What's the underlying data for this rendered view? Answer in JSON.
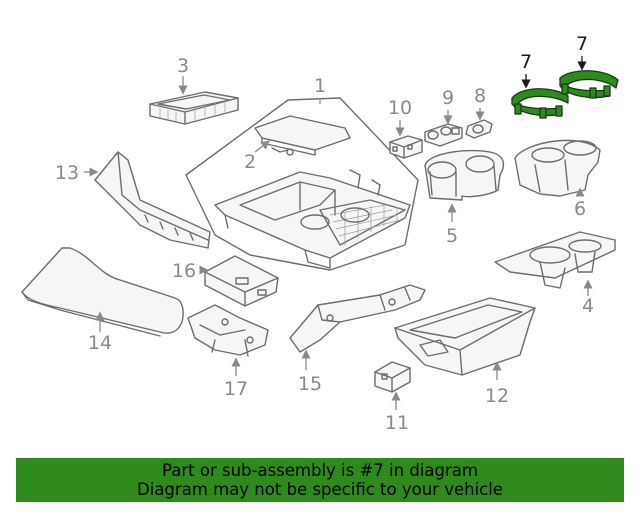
{
  "labels": {
    "l1": "1",
    "l2": "2",
    "l3": "3",
    "l4": "4",
    "l5": "5",
    "l6": "6",
    "l7a": "7",
    "l7b": "7",
    "l8": "8",
    "l9": "9",
    "l10": "10",
    "l11": "11",
    "l12": "12",
    "l13": "13",
    "l14": "14",
    "l15": "15",
    "l16": "16",
    "l17": "17"
  },
  "banner": {
    "line1": "Part or sub-assembly is #7 in diagram",
    "line2": "Diagram may not be specific to your vehicle"
  },
  "colors": {
    "highlight": "#2e8a1e",
    "banner": "#2d8a1b",
    "text": "#8a8a8a"
  }
}
